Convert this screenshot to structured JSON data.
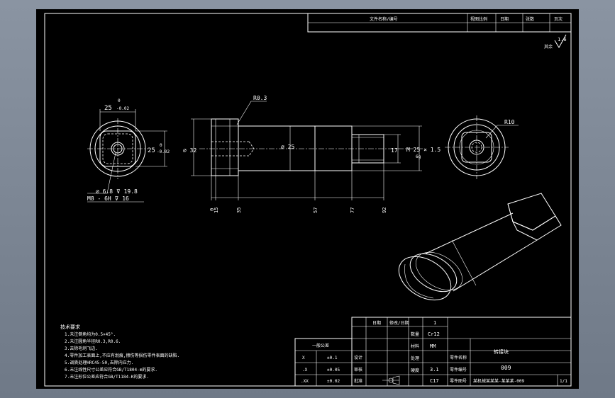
{
  "header": {
    "title_cell": "文件名称/编号",
    "cells": [
      "视图比例",
      "日期",
      "张数",
      "页次"
    ]
  },
  "roughness": {
    "label": "其余",
    "value": "1.6"
  },
  "front_view": {
    "dim_top": "25",
    "tol_top": "0\n-0.02",
    "dim_right": "25",
    "tol_right": "0\n-0.02",
    "hole_note_1": "⌀ 6.8 ⊽ 19.8",
    "hole_note_2": "M8 - 6H ⊽ 16"
  },
  "side_view": {
    "radius": "R0.3",
    "dia_left": "⌀ 32",
    "dia_mid": "⌀ 25",
    "dim_small": "17",
    "thread": "M 25 × 1.5",
    "thread_sub": "6g",
    "x_labels": [
      "0",
      "15",
      "35",
      "57",
      "77",
      "92"
    ]
  },
  "right_view": {
    "radius": "R10"
  },
  "notes": {
    "title": "技术要求",
    "lines": [
      "1.未注倒角均为0.5×45°.",
      "2.未注圆角半径R0.3,R0.6.",
      "3.去除毛刺飞边.",
      "4.零件加工表面上,不应有划痕,擦伤等损伤零件表面的缺陷.",
      "5.调质处理HRC45-50,去除内应力.",
      "6.未注线性尺寸公差应符合GB/T1804-m的要求.",
      "7.未注形位公差应符合GB/T1184-K的要求."
    ]
  },
  "title_block": {
    "tol_title": "一般公差",
    "tol_rows": [
      [
        "X",
        "±0.1"
      ],
      [
        ".X",
        "±0.05"
      ],
      [
        ".XX",
        "±0.02"
      ]
    ],
    "roles": [
      "设计",
      "审核",
      "批准"
    ],
    "col_heads": [
      "日期",
      "修改/日期"
    ],
    "attr_labels": [
      "数量",
      "材料",
      "处理",
      "硬度"
    ],
    "attr_values": [
      "1",
      "Cr12",
      "MM",
      "3.1",
      "C17"
    ],
    "name_labels": [
      "零件名称",
      "零件编号",
      "零件图号"
    ],
    "part_name": "转接块",
    "part_no": "009",
    "drawing_no": "某机械某某某-某某某-009",
    "sheet": "1/1"
  }
}
